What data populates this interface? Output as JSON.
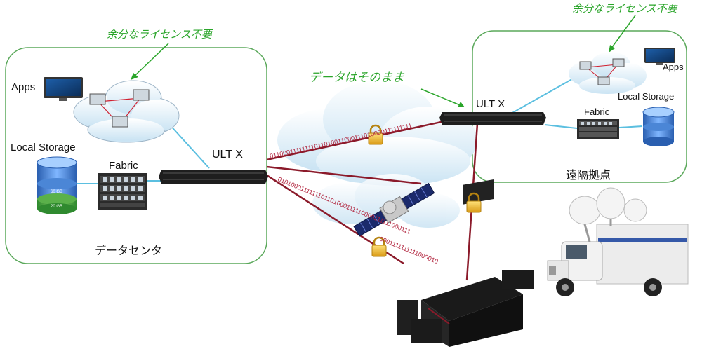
{
  "datacenter": {
    "title": "データセンタ",
    "note": "余分なライセンス不要",
    "apps_label": "Apps",
    "local_storage_label": "Local Storage",
    "fabric_label": "Fabric",
    "ultx_label": "ULT X",
    "disk_top": "60 GB",
    "disk_bottom": "20 GB"
  },
  "remote": {
    "title": "遠隔拠点",
    "note": "余分なライセンス不要",
    "apps_label": "Apps",
    "local_storage_label": "Local Storage",
    "fabric_label": "Fabric",
    "ultx_label": "ULT X"
  },
  "link_note": "データはそのまま",
  "binary_streams": {
    "top": "01100011111111011010011000111010000111111111",
    "middle": "0101000111111101101000111110000111111000111",
    "bottom": "0001111111111000010"
  },
  "colors": {
    "boundary": "#5aa85a",
    "note_green": "#2aa52a",
    "link_red": "#8b1a2a",
    "cable_blue": "#5bbfe0"
  }
}
